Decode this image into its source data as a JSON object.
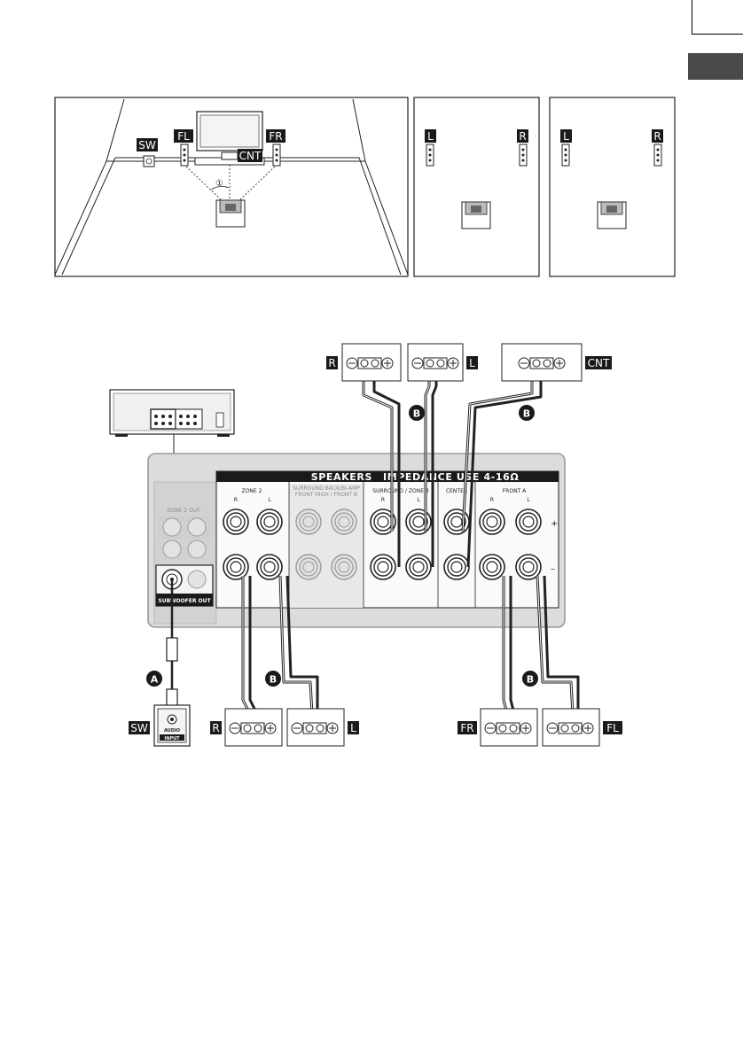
{
  "layout_labels": {
    "sw": "SW",
    "fl": "FL",
    "fr": "FR",
    "cnt": "CNT",
    "l": "L",
    "r": "R",
    "angle_marker": "①"
  },
  "cable_labels": {
    "a": "A",
    "b": "B"
  },
  "panel": {
    "speakers_header": "SPEAKERS",
    "impedance_header": "IMPEDANCE USE 4-16Ω",
    "zone2": "ZONE 2",
    "zone2_out": "ZONE 2 OUT",
    "surround_back_faded": "SURROUND BACK/BI-AMP",
    "front_high_faded": "FRONT HIGH / FRONT B",
    "surround_zone3": "SURROUND / ZONE 3",
    "center": "CENTER",
    "front_a": "FRONT A",
    "subwoofer_out": "SUBWOOFER OUT",
    "col_r": "R",
    "col_l": "L",
    "plus": "+",
    "minus": "–"
  },
  "subwoofer_input": {
    "audio": "AUDIO",
    "input": "INPUT"
  },
  "colors": {
    "badge": "#1a1a1a",
    "panel_bg": "#f4f4f4",
    "panel_border": "#9a9a9a",
    "cable": "#222222",
    "tab": "#4a4a4a"
  }
}
